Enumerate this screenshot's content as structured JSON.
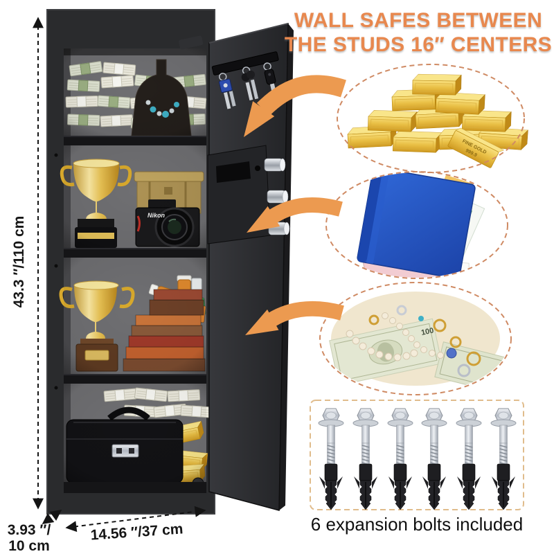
{
  "title": {
    "line1": "WALL SAFES BETWEEN",
    "line2": "THE STUDS 16″ CENTERS"
  },
  "dimensions": {
    "height": "43.3 ″/110 cm",
    "depth_line1": "3.93 ″/",
    "depth_line2": "10 cm",
    "width": "14.56 ″/37 cm"
  },
  "safe": {
    "description": "black in-wall safe with open door and four shelves",
    "camera_brand": "Nikon",
    "shelves": [
      {
        "label": "stacks of banded cash and necklace display bust"
      },
      {
        "label": "gold trophy, brass chest and Nikon DSLR camera"
      },
      {
        "label": "gold trophy, medicine bottles, credit cards and stacked books"
      },
      {
        "label": "leather briefcase, cash stacks and gold bars"
      }
    ],
    "door_features": [
      "key rack with hanging keys",
      "interior lock panel",
      "chrome locking bolts"
    ]
  },
  "callouts": {
    "gold_bars": {
      "name": "stack of gold bars",
      "bar_text": "FINE GOLD",
      "bar_weight": "999.9"
    },
    "binder": {
      "name": "blue document binder with papers"
    },
    "jewelry": {
      "name": "jewelry, pearls and cash",
      "bill_text": "100"
    }
  },
  "bolts": {
    "count": 6,
    "caption": "6 expansion bolts included"
  },
  "colors": {
    "accent_orange": "#e8884e",
    "arrow_orange": "#ec9a50",
    "oval_dash": "#cf8a63",
    "box_dash": "#e0bc8c",
    "safe_black": "#2a2b2d"
  }
}
